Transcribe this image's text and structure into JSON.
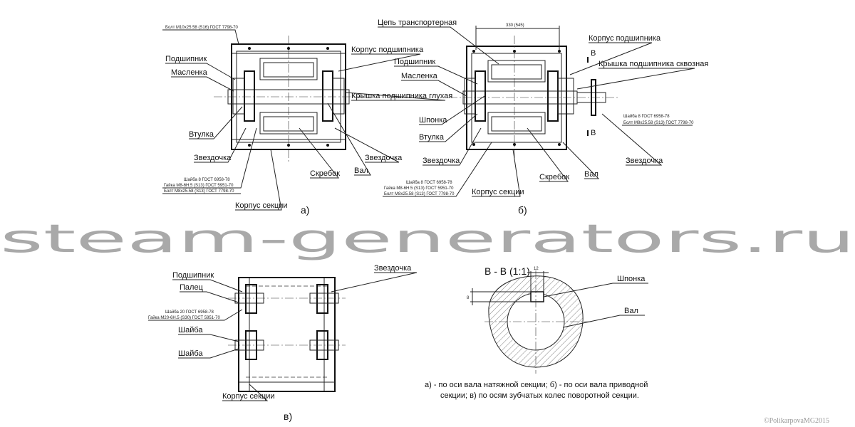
{
  "view_a": {
    "bolt_top": "Болт М10х25.58 (S16) ГОСТ 7798-70",
    "bearing": "Подшипник",
    "oiler": "Масленка",
    "bushing": "Втулка",
    "sprocket_left": "Звездочка",
    "washer": "Шайба 8 ГОСТ 6958-78",
    "nut": "Гайка М8-6Н.5 (S13) ГОСТ 5951-70",
    "bolt": "Болт М8х25.58 (S13) ГОСТ 7798-70",
    "section_housing": "Корпус секции",
    "scraper": "Скребок",
    "shaft": "Вал",
    "sprocket_right": "Звездочка",
    "bearing_housing": "Корпус подшипника",
    "blind_cover": "Крышка подшипника глухая",
    "caption": "а)"
  },
  "view_b": {
    "chain": "Цепь транспортерная",
    "dimension": "330 (545)",
    "bearing_housing": "Корпус подшипника",
    "section_mark_top": "B",
    "through_cover": "Крышка подшипника сквозная",
    "bearing": "Подшипник",
    "oiler": "Масленка",
    "key": "Шпонка",
    "bushing": "Втулка",
    "sprocket_left": "Звездочка",
    "washer": "Шайба 8 ГОСТ 6958-78",
    "nut": "Гайка М8-6Н.5 (S13) ГОСТ 5951-70",
    "bolt": "Болт М8х25.58 (S13) ГОСТ 7798-70",
    "washer_right": "Шайба 8 ГОСТ 6958-78",
    "bolt_right": "Болт М8х25.58 (S13) ГОСТ 7798-70",
    "section_mark_bottom": "B",
    "sprocket_right": "Звездочка",
    "scraper": "Скребок",
    "shaft": "Вал",
    "section_housing": "Корпус секции",
    "caption": "б)"
  },
  "view_c": {
    "bearing": "Подшипник",
    "pin": "Палец",
    "washer20": "Шайба 20 ГОСТ 6958-78",
    "nut20": "Гайка М20-6Н.5 (S30) ГОСТ 5951-70",
    "washer1": "Шайба",
    "washer2": "Шайба",
    "sprocket": "Звездочка",
    "section_housing": "Корпус секции",
    "caption": "в)"
  },
  "section_bb": {
    "title": "В - В (1:1)",
    "dim_width": "12",
    "dim_depth": "8",
    "key": "Шпонка",
    "shaft": "Вал"
  },
  "caption_lines": [
    "а) - по оси вала натяжной секции; б) - по оси вала приводной",
    "секции; в) по осям зубчатых колес поворотной секции."
  ],
  "watermark": "steam-generators.ru",
  "copyright": "©PolikarpovaMG2015"
}
